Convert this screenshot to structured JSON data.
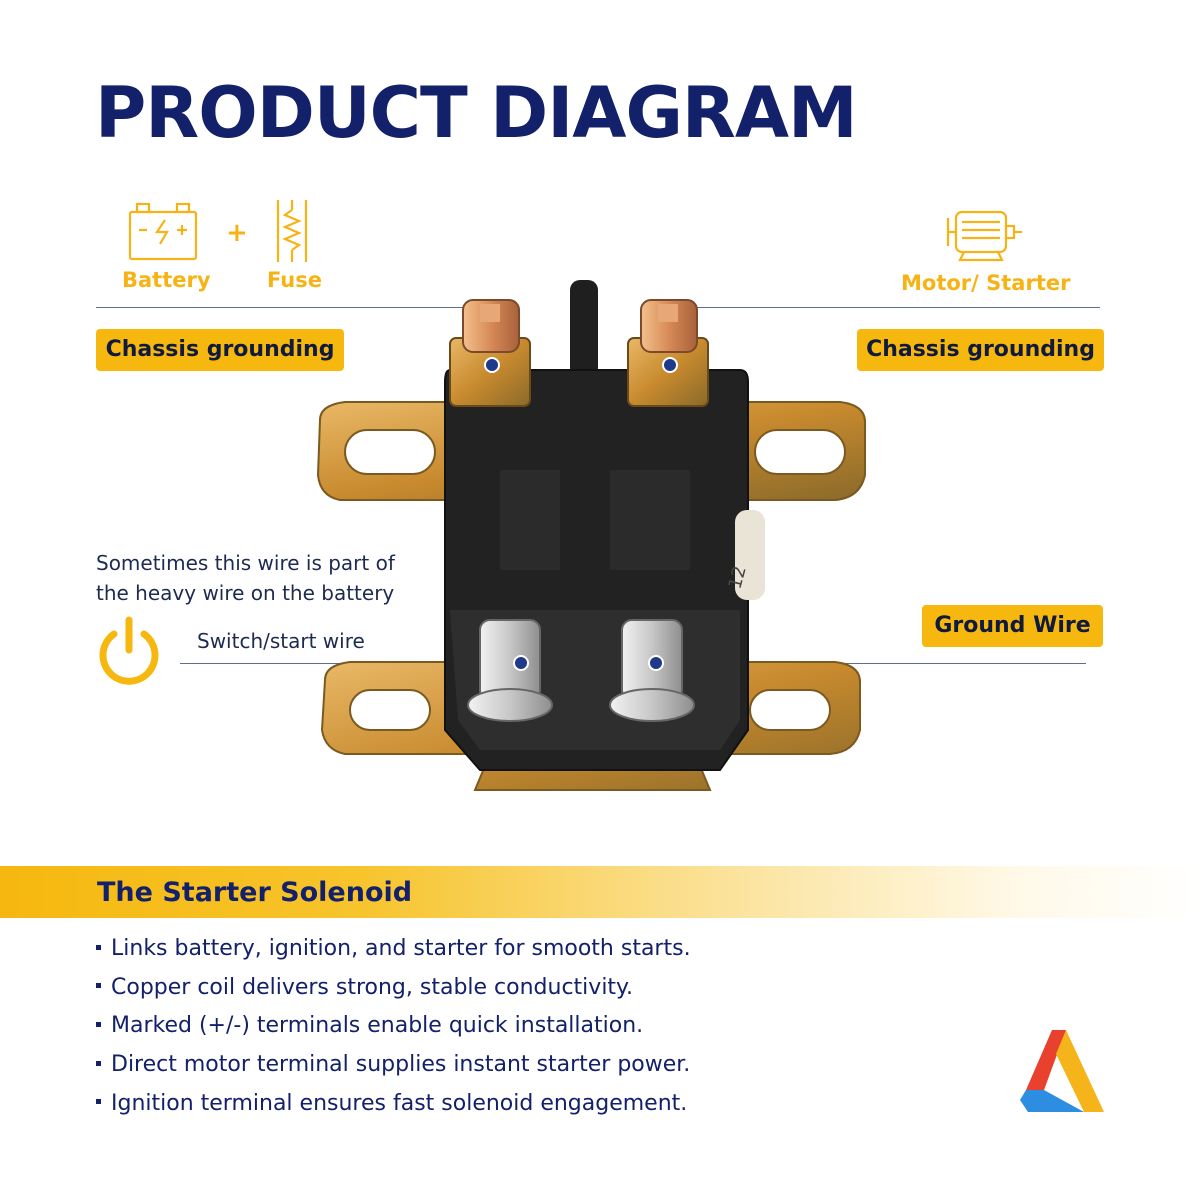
{
  "title": "PRODUCT DIAGRAM",
  "icons": {
    "battery": {
      "label": "Battery",
      "icon": "battery-icon"
    },
    "plus": "+",
    "fuse": {
      "label": "Fuse",
      "icon": "fuse-icon"
    },
    "motor": {
      "label": "Motor/ Starter",
      "icon": "motor-icon"
    },
    "power": {
      "icon": "power-icon"
    }
  },
  "callouts": {
    "left_top": "Chassis grounding",
    "right_top": "Chassis grounding",
    "ground_wire": "Ground Wire",
    "note_line1": "Sometimes this wire is part of",
    "note_line2": "the heavy wire on the battery",
    "switch_wire": "Switch/start wire"
  },
  "product": {
    "terminal_marking": "12"
  },
  "section": {
    "title": "The Starter Solenoid",
    "features": [
      "Links battery, ignition, and starter for smooth starts.",
      "Copper coil delivers strong, stable conductivity.",
      "Marked (+/-) terminals enable quick installation.",
      "Direct motor terminal supplies instant starter power.",
      "Ignition terminal ensures fast solenoid engagement."
    ]
  },
  "colors": {
    "navy": "#13206a",
    "accent_yellow": "#f6b80f",
    "icon_yellow": "#f6b315",
    "logo_red": "#e8412e",
    "logo_yellow": "#f5b51a",
    "logo_blue": "#2d8de0"
  }
}
